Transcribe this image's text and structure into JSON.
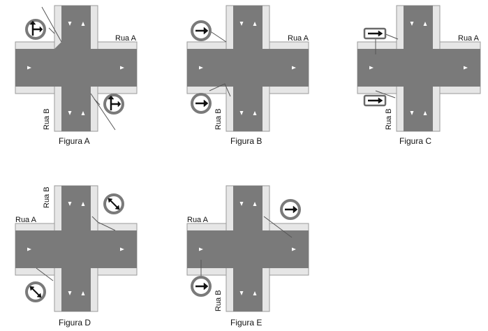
{
  "figures": [
    {
      "id": "A",
      "caption": "Figura A",
      "street_a": "Rua A",
      "street_b": "Rua B",
      "signs": [
        "mandatory-straight-or-right-icon",
        "mandatory-straight-or-right-icon"
      ]
    },
    {
      "id": "B",
      "caption": "Figura B",
      "street_a": "Rua A",
      "street_b": "Rua B",
      "signs": [
        "mandatory-right-arrow-icon",
        "mandatory-right-arrow-icon"
      ]
    },
    {
      "id": "C",
      "caption": "Figura C",
      "street_a": "Rua A",
      "street_b": "Rua B",
      "signs": [
        "one-way-right-icon",
        "one-way-right-icon"
      ]
    },
    {
      "id": "D",
      "caption": "Figura D",
      "street_a": "Rua A",
      "street_b": "Rua B",
      "signs": [
        "two-way-traffic-icon",
        "two-way-traffic-icon"
      ]
    },
    {
      "id": "E",
      "caption": "Figura E",
      "street_a": "Rua A",
      "street_b": "Rua B",
      "signs": [
        "mandatory-right-arrow-icon",
        "mandatory-right-arrow-icon"
      ]
    }
  ],
  "colors": {
    "road": "#7a7a7a",
    "sidewalk": "#e6e6e6",
    "sign_ring": "#7a7a7a"
  }
}
